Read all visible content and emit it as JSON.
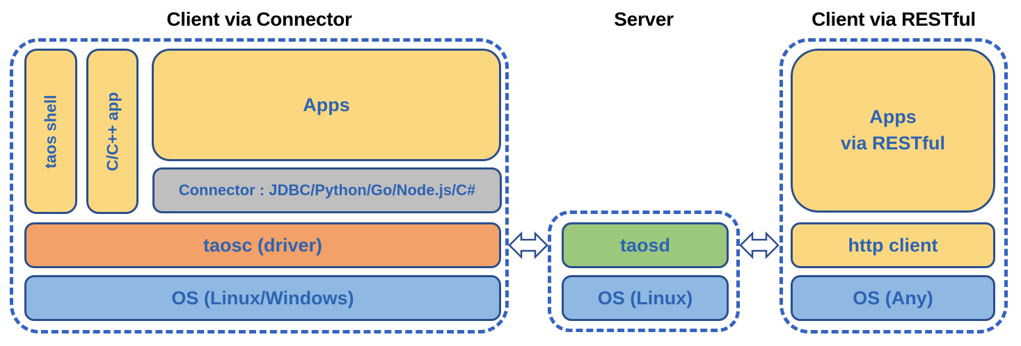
{
  "titles": {
    "connector": "Client via Connector",
    "server": "Server",
    "restful": "Client via RESTful"
  },
  "connector_client": {
    "taos_shell": "taos shell",
    "c_cpp_app": "C/C++ app",
    "apps": "Apps",
    "connector": "Connector : JDBC/Python/Go/Node.js/C#",
    "taosc": "taosc (driver)",
    "os": "OS (Linux/Windows)"
  },
  "server": {
    "taosd": "taosd",
    "os": "OS (Linux)"
  },
  "restful_client": {
    "apps": "Apps\nvia RESTful",
    "http_client": "http client",
    "os": "OS (Any)"
  },
  "icons": {
    "left_arrow": "bidirectional-arrow",
    "right_arrow": "bidirectional-arrow"
  },
  "colors": {
    "box-yellow": "#FBD880",
    "box-orange": "#F2A169",
    "box-blue": "#8FB9E3",
    "box-green": "#9CC87E",
    "box-gray": "#BFBFBF",
    "box-border": "#2B4E8C",
    "label-blue": "#2E63B2",
    "dash-blue": "#3563C2",
    "title-black": "#000000",
    "background": "#FFFFFF"
  }
}
